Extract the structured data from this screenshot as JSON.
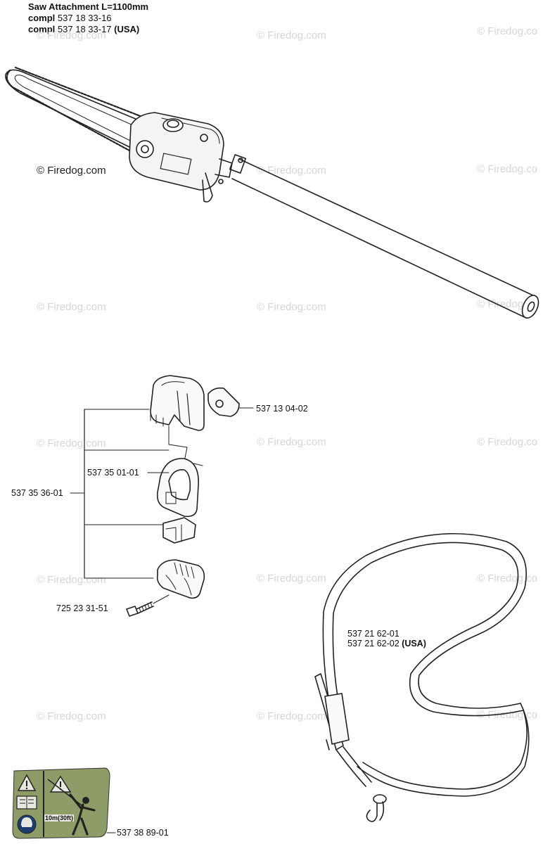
{
  "header": {
    "title": "Saw Attachment L=1100mm",
    "line1_prefix": "compl",
    "line1_number": " 537 18 33-16",
    "line2_prefix": "compl",
    "line2_number": " 537 18 33-17 ",
    "line2_suffix": "(USA)"
  },
  "watermark": {
    "text": "© Firedog.com",
    "text_cut": "© Firedog.co"
  },
  "parts": {
    "p_cap": "537 13 04-02",
    "p_holder_assembly": "537 35 36-01",
    "p_clip": "537 35 01-01",
    "p_screw": "725 23 31-51",
    "p_strap_1": "537 21 62-01",
    "p_strap_2_number": "537 21 62-02 ",
    "p_strap_2_suffix": "(USA)",
    "p_decal": "537 38 89-01"
  },
  "decal": {
    "distance_text": "10m(30ft)"
  },
  "colors": {
    "decal_green": "#8e9c68",
    "line": "#222222",
    "watermark": "#d6d6d6"
  }
}
